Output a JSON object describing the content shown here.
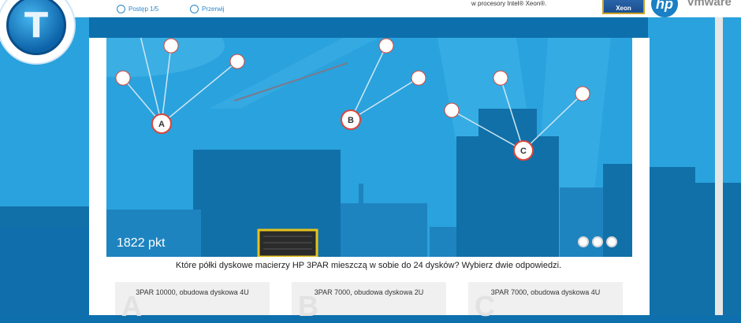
{
  "header": {
    "progress_label": "Postęp 1/5",
    "pause_label": "Przerwij",
    "promo_text": "w procesory Intel® Xeon®.",
    "xeon_label": "Xeon",
    "hp_label": "hp",
    "vmware_label": "vmware",
    "logo_letter": "T"
  },
  "game": {
    "score": "1822 pkt",
    "nodes": [
      {
        "label": "A"
      },
      {
        "label": "B"
      },
      {
        "label": "C"
      }
    ],
    "lives": 3
  },
  "quiz": {
    "question": "Które półki dyskowe macierzy HP 3PAR mieszczą w sobie do 24 dysków? Wybierz dwie odpowiedzi.",
    "answers": [
      {
        "letter": "A",
        "text": "3PAR 10000, obudowa dyskowa 4U"
      },
      {
        "letter": "B",
        "text": "3PAR 7000, obudowa dyskowa 2U"
      },
      {
        "letter": "C",
        "text": "3PAR 7000, obudowa dyskowa 4U"
      }
    ]
  },
  "colors": {
    "sky": "#2aa2dd",
    "buildings": "#1170a8",
    "node_ring": "#d9473a"
  }
}
